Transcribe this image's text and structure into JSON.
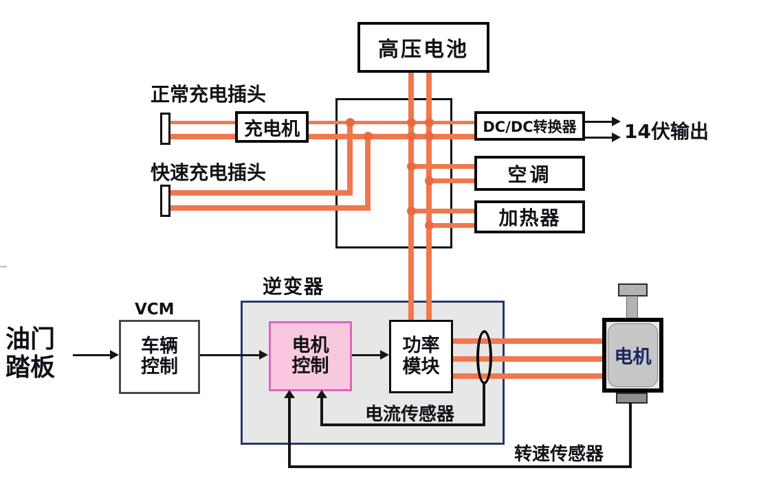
{
  "diagram": {
    "charging": {
      "battery": "高压电池",
      "normal_plug_label": "正常充电插头",
      "fast_plug_label": "快速充电插头",
      "charger": "充电机"
    },
    "loads": {
      "dcdc": "DC/DC转换器",
      "dcdc_output": "14伏输出",
      "aircon": "空调",
      "heater": "加热器"
    },
    "drive": {
      "inverter": "逆变器",
      "motor_control": [
        "电机",
        "控制"
      ],
      "power_module": [
        "功率",
        "模块"
      ],
      "current_sensor": "电流传感器",
      "speed_sensor": "转速传感器",
      "motor": "电机",
      "vcm_abbr": "VCM",
      "vcm": [
        "车辆",
        "控制"
      ],
      "pedal": [
        "油门",
        "踏板"
      ]
    },
    "colors": {
      "wire_orange": "#f0784e",
      "inverter_fill": "#e7e7e7",
      "inverter_border": "#24386b",
      "motor_control_fill": "#f8c9de",
      "motor_control_border": "#df63c3",
      "motor_text": "#16255c",
      "line_black": "#151515"
    }
  }
}
